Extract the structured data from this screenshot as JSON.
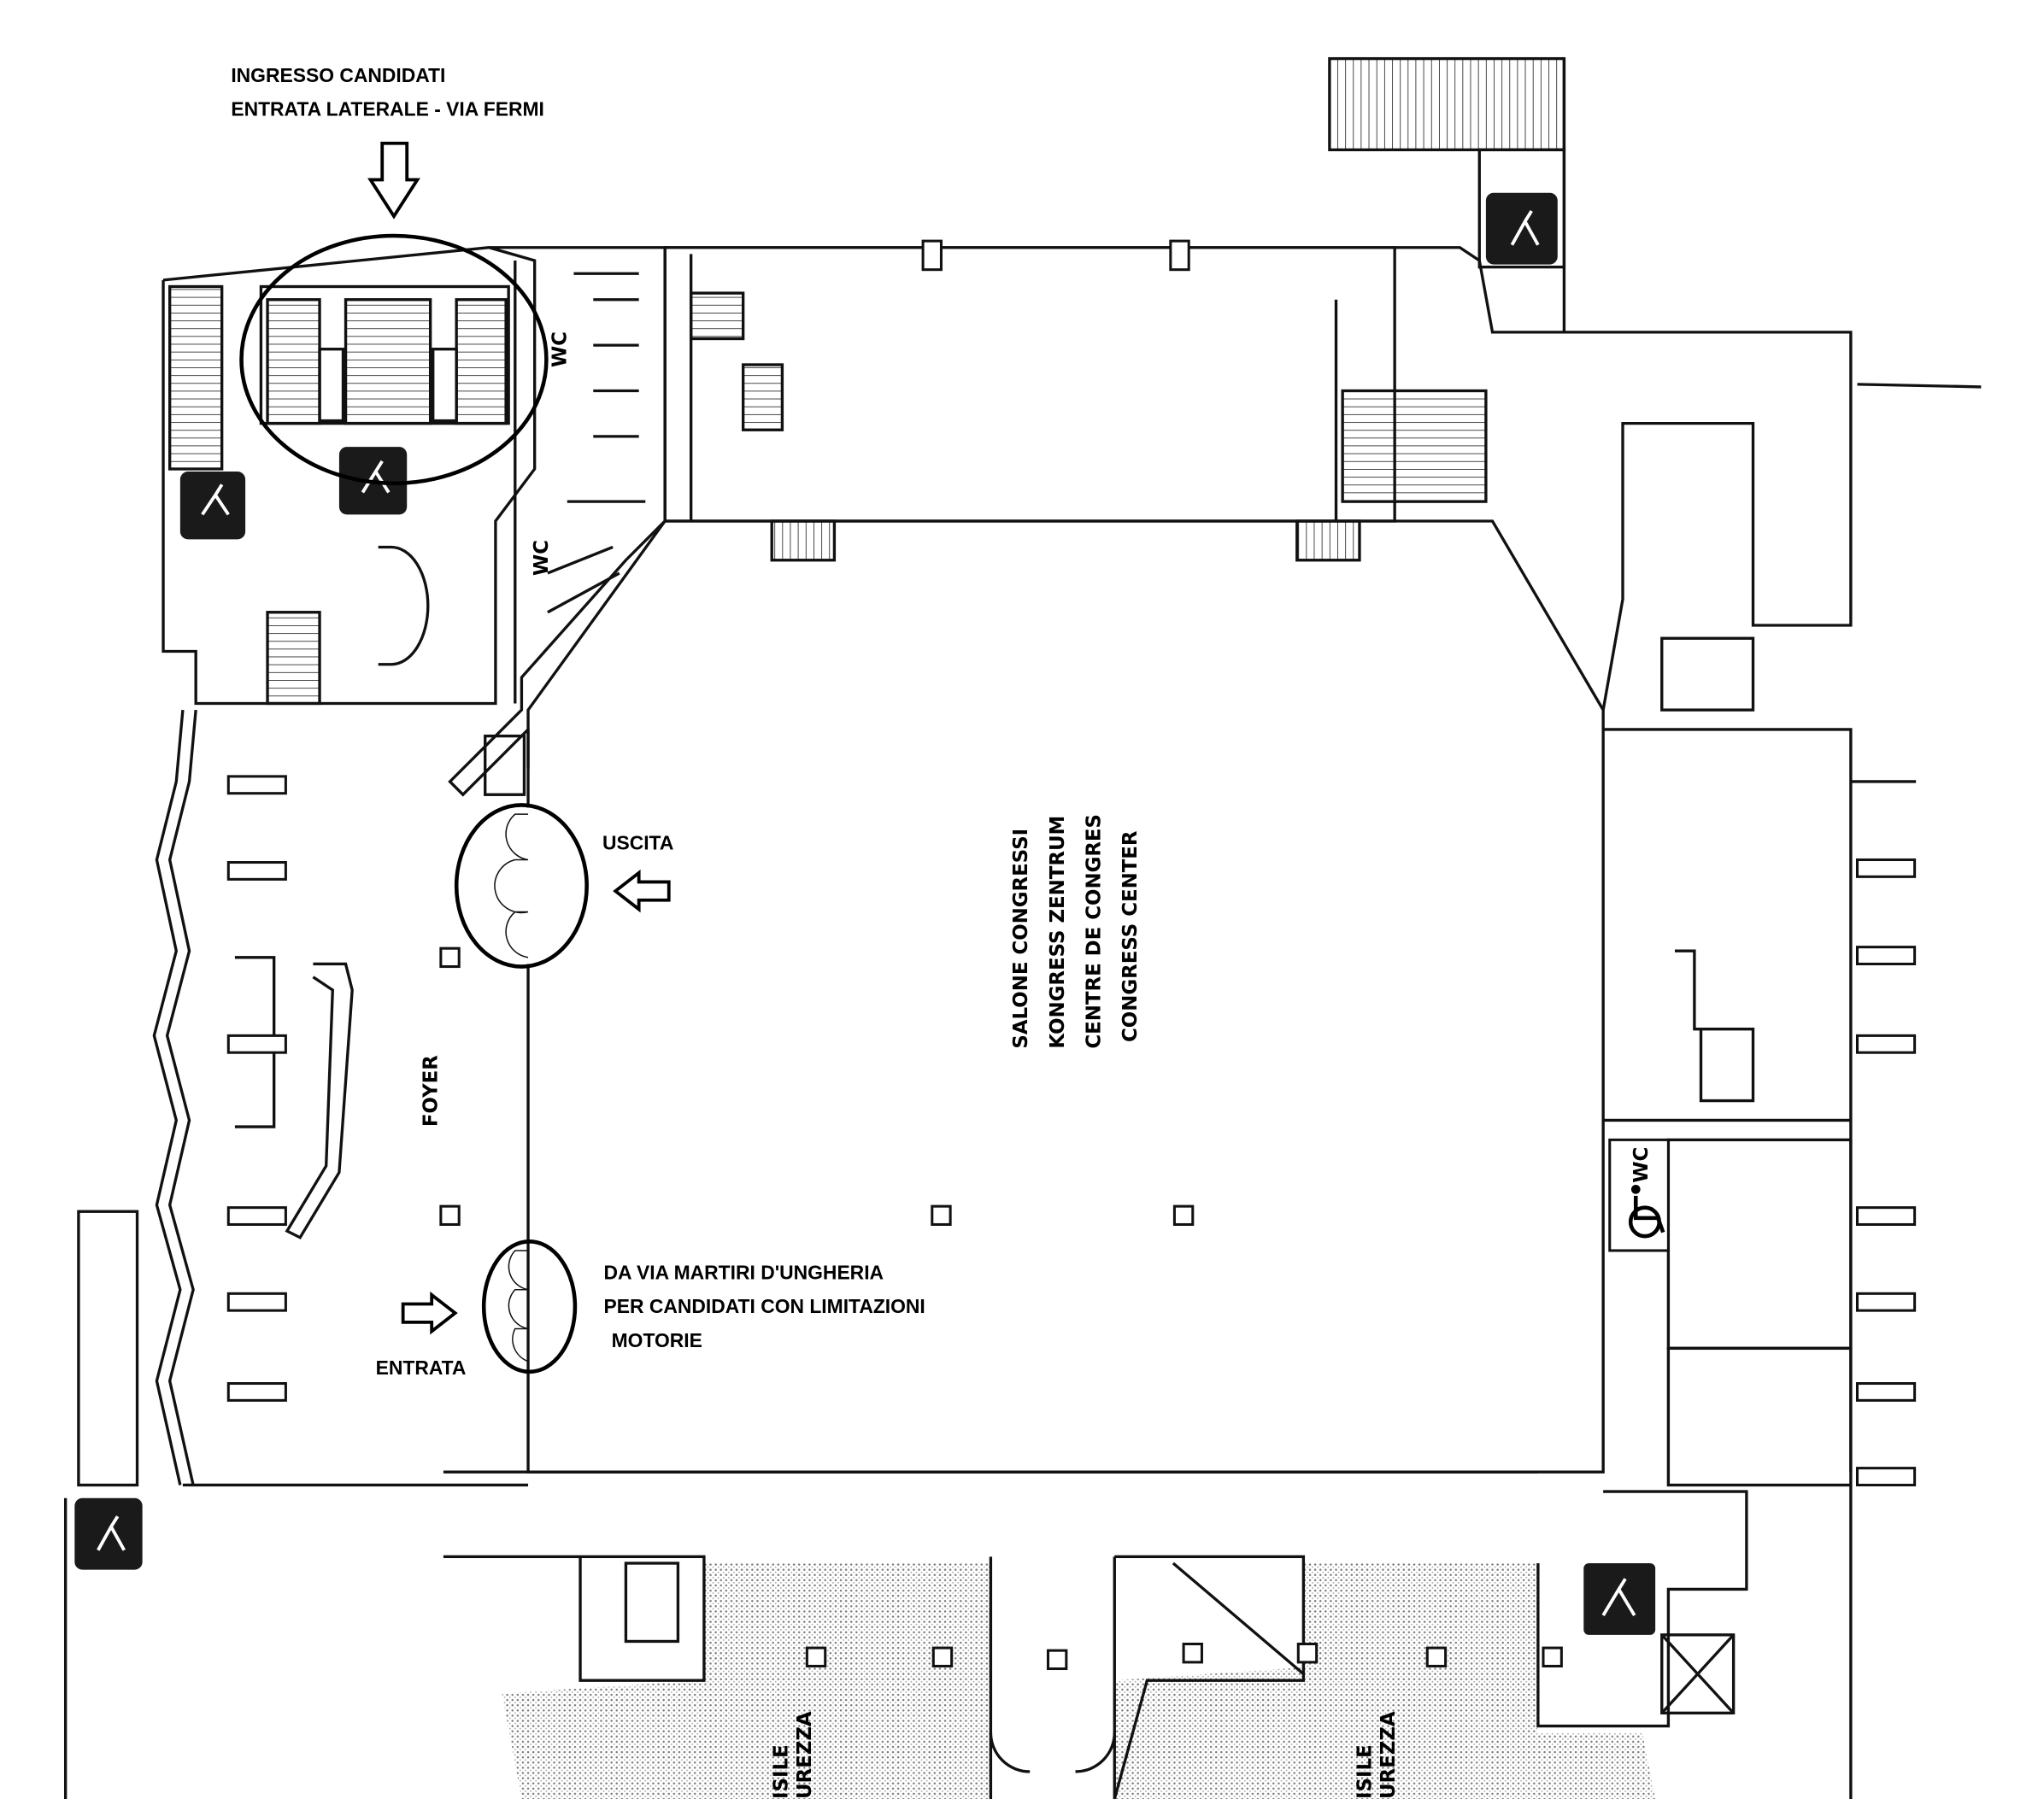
{
  "annotations": {
    "side_entrance_line1": "INGRESSO CANDIDATI",
    "side_entrance_line2": "ENTRATA LATERALE - VIA FERMI",
    "exit_label": "USCITA",
    "entrance_label": "ENTRATA",
    "accessible_line1": "DA VIA MARTIRI D'UNGHERIA",
    "accessible_line2": "PER CANDIDATI CON LIMITAZIONI",
    "accessible_line3": "MOTORIE"
  },
  "rooms": {
    "hall_line1": "SALONE CONGRESSI",
    "hall_line2": "KONGRESS ZENTRUM",
    "hall_line3": "CENTRE DE CONGRES",
    "hall_line4": "CONGRESS CENTER",
    "foyer": "FOYER",
    "wc_1": "WC",
    "wc_2": "WC",
    "wc_3": "WC",
    "bottom_left_partial": "ISILE",
    "bottom_left_partial2": "UREZZA",
    "bottom_right_partial": "ISILE",
    "bottom_right_partial2": "UREZZA"
  },
  "icons": [
    "emergency-exit-sign-icon",
    "wheelchair-icon",
    "arrow-down-icon",
    "arrow-left-icon",
    "arrow-right-icon"
  ]
}
